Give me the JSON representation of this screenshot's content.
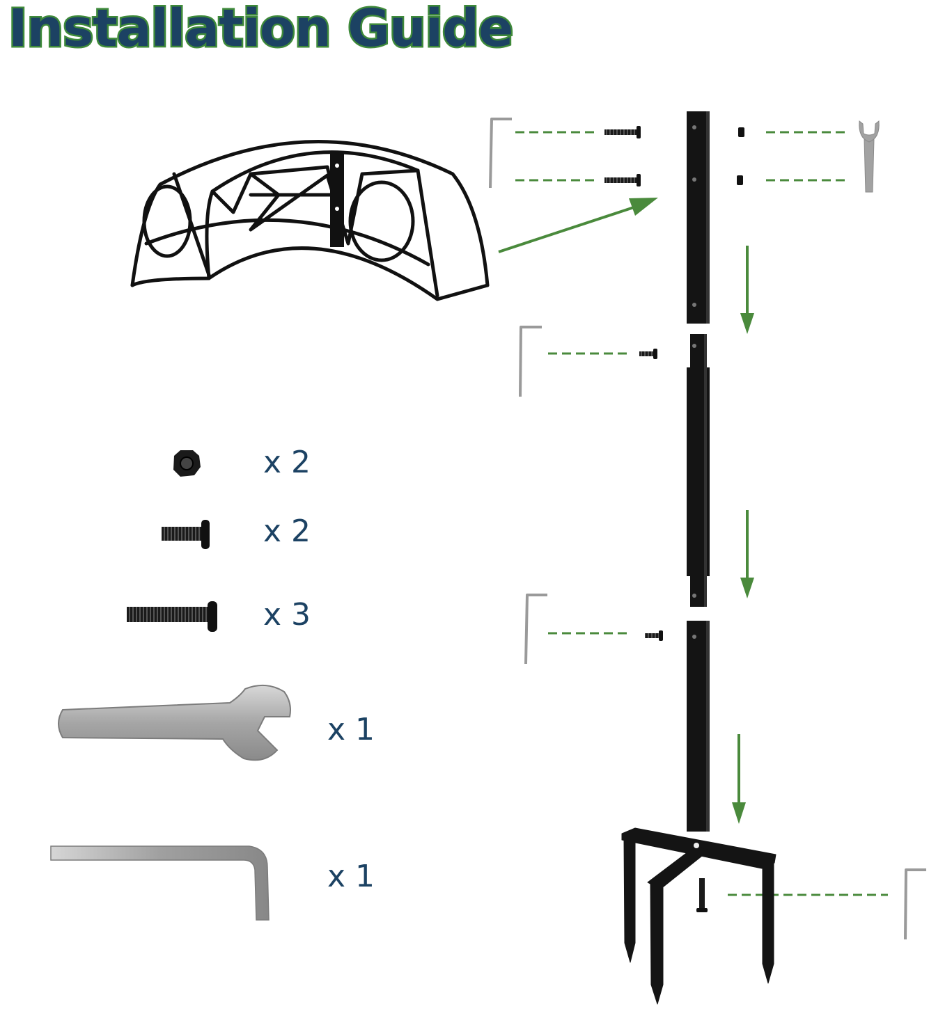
{
  "title": "Installation Guide",
  "colors": {
    "title_fill": "#1c4263",
    "title_outline": "#3f8a3a",
    "arrow": "#4a8a3c",
    "metal_dark": "#111111",
    "metal_light": "#a8a8a8"
  },
  "parts": [
    {
      "icon": "hex-nut-icon",
      "quantity": "x 2"
    },
    {
      "icon": "short-bolt-icon",
      "quantity": "x 2"
    },
    {
      "icon": "long-bolt-icon",
      "quantity": "x 3"
    },
    {
      "icon": "wrench-icon",
      "quantity": "x 1"
    },
    {
      "icon": "allen-key-icon",
      "quantity": "x 1"
    }
  ],
  "assembly_components": [
    "hose-holder-icon",
    "top-pole-icon",
    "middle-pole-icon",
    "bottom-pole-icon",
    "ground-stake-base-icon"
  ]
}
